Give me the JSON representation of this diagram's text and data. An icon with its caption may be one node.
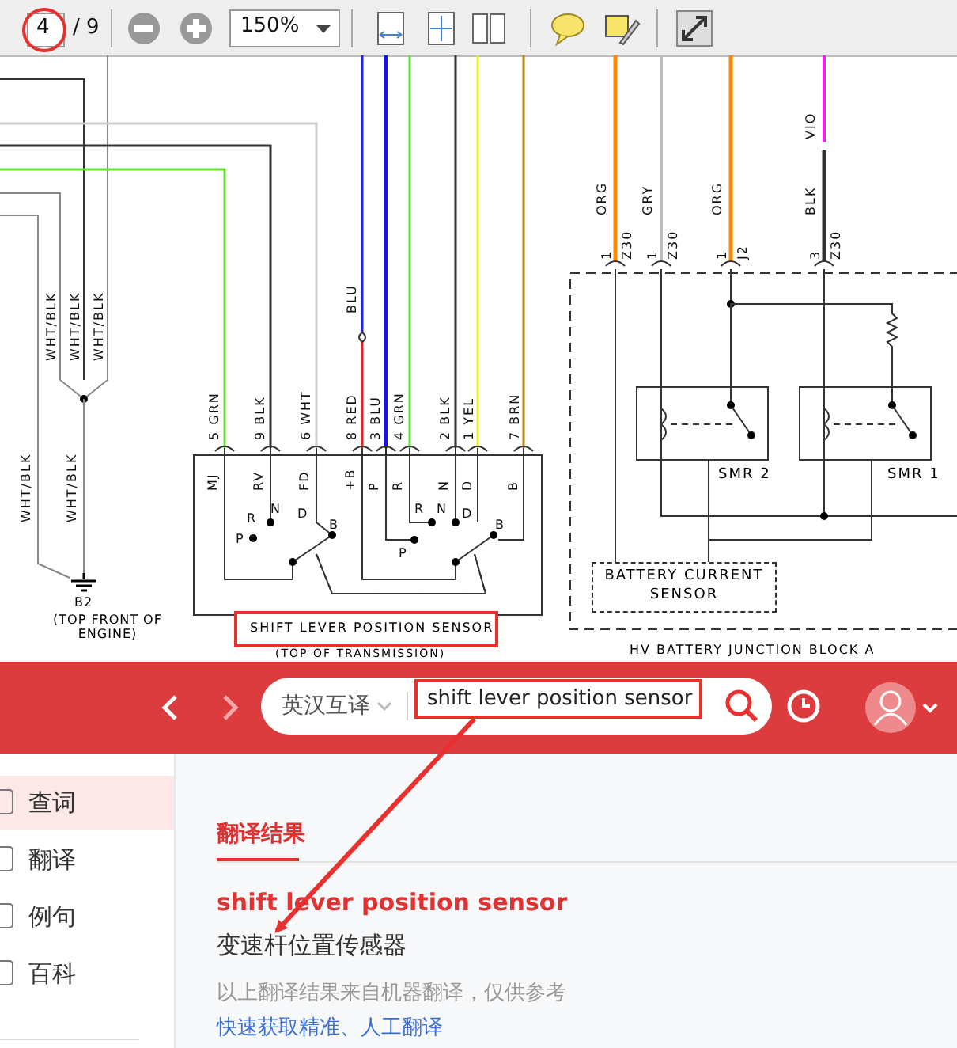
{
  "diagram": {
    "nodes": [
      {
        "text": [
          "HV BATTERY JUNCTION BLOCK A"
        ]
      },
      {
        "text": [
          "SMR 2"
        ],
        "in": 0
      },
      {
        "text": [
          "SMR 1"
        ],
        "in": 0
      },
      {
        "text": [
          "BATTERY CURRENT SENSOR"
        ],
        "in": 0
      },
      {
        "text": [
          "SHIFT LEVER POSITION SENSOR"
        ],
        "beside": [
          "(TOP OF TRANSMISSION)"
        ]
      },
      {
        "text": [
          "B2",
          "(TOP FRONT OF ENGINE)"
        ]
      },
      {
        "text": [
          "shift lever position sensor"
        ]
      },
      {
        "text": [
          "变速杆位置传感器"
        ]
      }
    ],
    "edges": [
      {
        "from": null,
        "to": 5,
        "arrow": "none"
      },
      {
        "from": null,
        "to": 5,
        "arrow": "none"
      },
      {
        "from": 1,
        "to": 3,
        "arrow": "none"
      },
      {
        "from": 2,
        "to": 3,
        "arrow": "none"
      },
      {
        "from": 6,
        "to": 7,
        "arrow": "to",
        "style": "thick",
        "color": "#e8312f"
      },
      {
        "from": 1,
        "to": 2,
        "arrow": "none"
      }
    ],
    "labels": [
      "4",
      "/ 9",
      "150%",
      "WHT/BLK",
      "WHT/BLK",
      "WHT/BLK",
      "WHT/BLK",
      "WHT/BLK",
      "BLU",
      "5 GRN",
      "9 BLK",
      "6 WHT",
      "8 RED",
      "3 BLU",
      "4 GRN",
      "2 BLK",
      "1 YEL",
      "7 BRN",
      "MJ",
      "RV",
      "FD",
      "+B",
      "P",
      "R",
      "N",
      "D",
      "B",
      "R",
      "N",
      "D",
      "P",
      "B",
      "R",
      "N",
      "D",
      "P",
      "B",
      "ORG",
      "GRY",
      "ORG",
      "VIO",
      "BLK",
      "1",
      "Z30",
      "1",
      "Z30",
      "1",
      "J2",
      "3",
      "Z30",
      "英汉互译",
      "查词",
      "翻译",
      "例句",
      "百科",
      "翻译结果",
      "shift lever position sensor",
      "以上翻译结果来自机器翻译，仅供参考",
      "快速获取精准、人工翻译"
    ]
  }
}
